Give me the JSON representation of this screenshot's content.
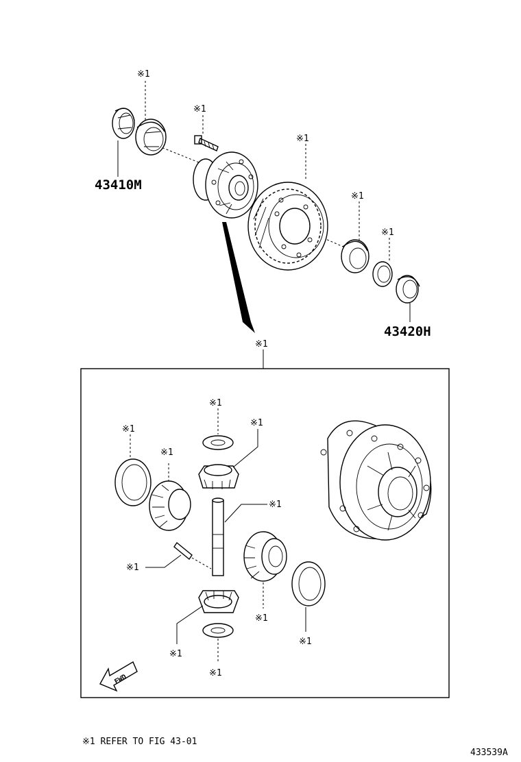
{
  "mark": "※1",
  "parts": {
    "seal_left": "43410M",
    "seal_right": "43420H"
  },
  "fwd_label": "FWD",
  "note": "※1 REFER TO FIG 43-01",
  "figure_code": "433539A"
}
